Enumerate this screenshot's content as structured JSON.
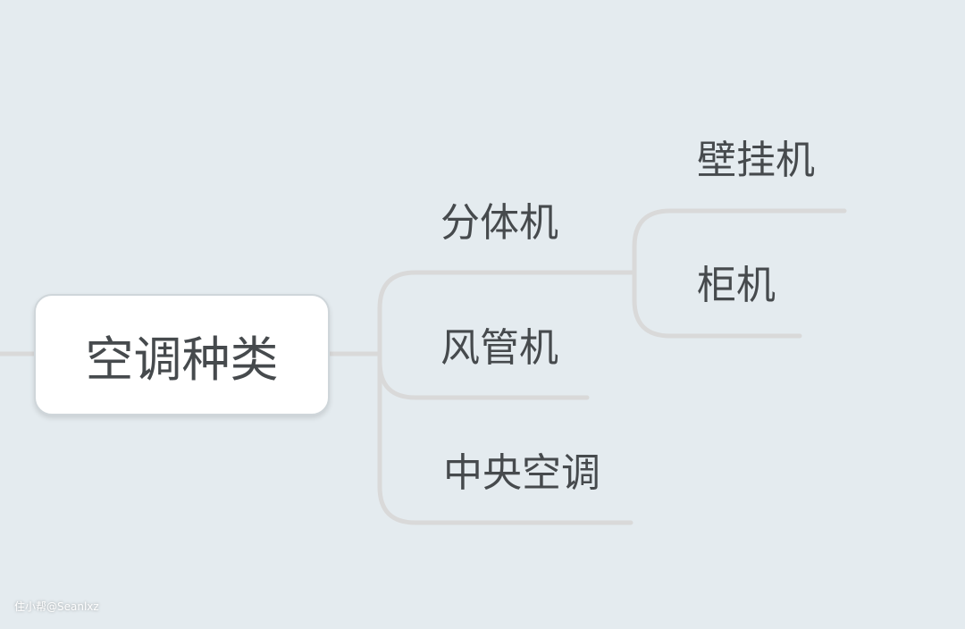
{
  "root": {
    "label": "空调种类"
  },
  "branches": [
    {
      "label": "分体机",
      "children": [
        {
          "label": "壁挂机"
        },
        {
          "label": "柜机"
        }
      ]
    },
    {
      "label": "风管机"
    },
    {
      "label": "中央空调"
    }
  ],
  "watermark": "住小帮@Seanlxz",
  "colors": {
    "background": "#e4ebef",
    "connector": "#d9d9d9",
    "text": "#464a4d"
  }
}
